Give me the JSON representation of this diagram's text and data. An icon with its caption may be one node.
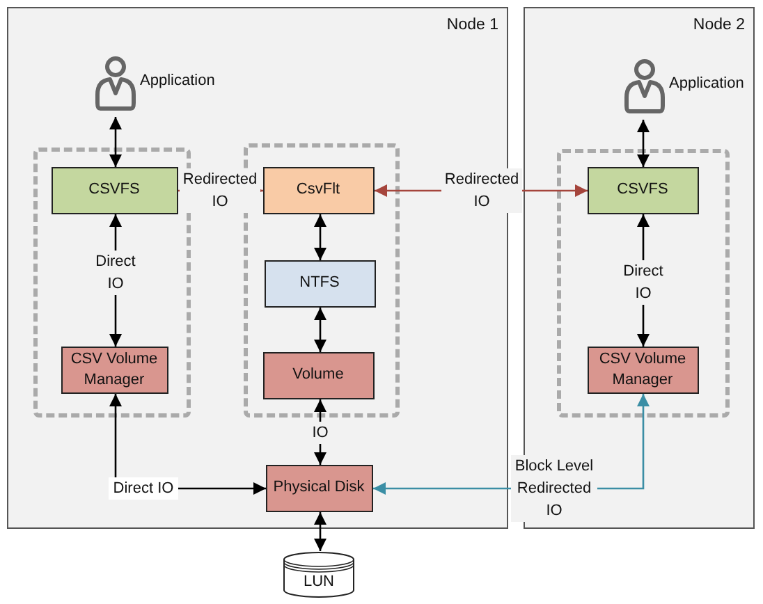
{
  "diagram": {
    "nodes": [
      {
        "text": [
          "Node 1"
        ]
      },
      {
        "text": [
          "Application"
        ],
        "in": 0
      },
      {
        "text": [],
        "shape": "box",
        "in": 0
      },
      {
        "text": [
          "CSVFS"
        ],
        "in": 2
      },
      {
        "text": [
          "CSV Volume Manager"
        ],
        "in": 2
      },
      {
        "text": [],
        "shape": "box",
        "in": 0
      },
      {
        "text": [
          "CsvFlt"
        ],
        "in": 5
      },
      {
        "text": [
          "NTFS"
        ],
        "in": 5
      },
      {
        "text": [
          "Volume"
        ],
        "in": 5
      },
      {
        "text": [
          "Physical Disk"
        ],
        "in": 0
      },
      {
        "text": [
          "LUN"
        ]
      },
      {
        "text": [
          "Node 2"
        ]
      },
      {
        "text": [
          "Application"
        ],
        "in": 11
      },
      {
        "text": [],
        "shape": "box",
        "in": 11
      },
      {
        "text": [
          "CSVFS"
        ],
        "in": 13
      },
      {
        "text": [
          "CSV Volume Manager"
        ],
        "in": 13
      }
    ],
    "edges": [
      {
        "from": 1,
        "to": 3,
        "arrow": "both"
      },
      {
        "from": 3,
        "to": 4,
        "arrow": "both",
        "label": "Direct IO"
      },
      {
        "from": 3,
        "to": 6,
        "arrow": "both",
        "label": "Redirected IO",
        "color": "#a5453c"
      },
      {
        "from": 6,
        "to": 14,
        "arrow": "both",
        "label": "Redirected IO",
        "color": "#a5453c"
      },
      {
        "from": 6,
        "to": 7,
        "arrow": "both"
      },
      {
        "from": 7,
        "to": 8,
        "arrow": "both"
      },
      {
        "from": 8,
        "to": 9,
        "arrow": "both",
        "label": "IO"
      },
      {
        "from": 4,
        "to": 9,
        "arrow": "both",
        "label": "Direct IO"
      },
      {
        "from": 9,
        "to": 10,
        "arrow": "both"
      },
      {
        "from": 12,
        "to": 14,
        "arrow": "both"
      },
      {
        "from": 14,
        "to": 15,
        "arrow": "both",
        "label": "Direct IO"
      },
      {
        "from": 15,
        "to": 9,
        "arrow": "both",
        "label": "Block Level Redirected IO",
        "color": "#3b8ea5"
      }
    ]
  }
}
